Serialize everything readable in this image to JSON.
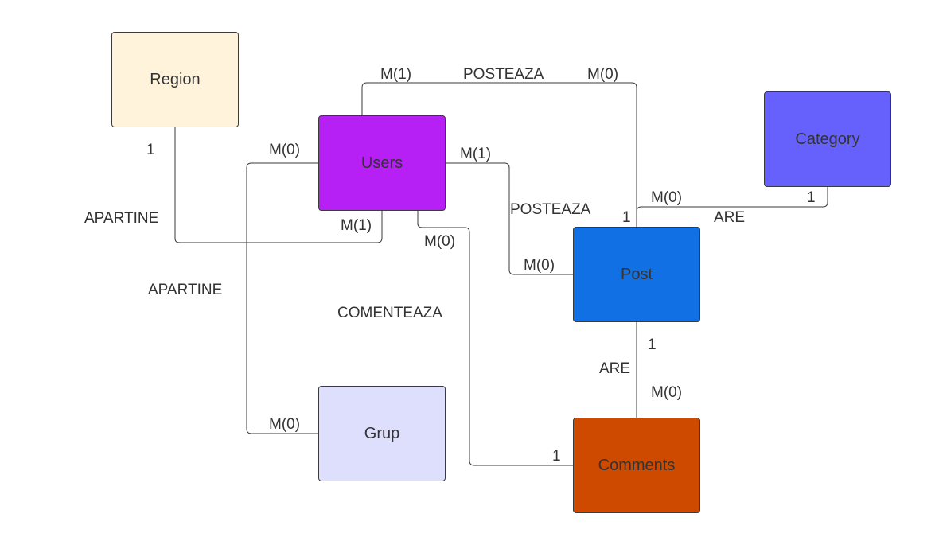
{
  "entities": {
    "region": {
      "label": "Region",
      "fill": "#fff3dc"
    },
    "users": {
      "label": "Users",
      "fill": "#b620f4"
    },
    "category": {
      "label": "Category",
      "fill": "#6661fd"
    },
    "post": {
      "label": "Post",
      "fill": "#1170e4"
    },
    "grup": {
      "label": "Grup",
      "fill": "#dedffd"
    },
    "comments": {
      "label": "Comments",
      "fill": "#cd4a00"
    }
  },
  "relationships": {
    "users_posteaza_top": "POSTEAZA",
    "users_posteaza_mid": "POSTEAZA",
    "region_apartine": "APARTINE",
    "grup_apartine": "APARTINE",
    "post_are_category": "ARE",
    "post_are_comments": "ARE",
    "users_comenteaza": "COMENTEAZA"
  },
  "cardinalities": {
    "top_users": "M(1)",
    "top_post": "M(0)",
    "region": "1",
    "users_grup_side": "M(0)",
    "users_post_side": "M(1)",
    "users_region_side": "M(1)",
    "users_comments_side": "M(0)",
    "post_category_side": "M(0)",
    "post_top_side": "1",
    "category": "1",
    "post_users_side": "M(0)",
    "post_comments_side": "1",
    "comments_post_side": "M(0)",
    "grup": "M(0)",
    "comments_users_side": "1"
  }
}
